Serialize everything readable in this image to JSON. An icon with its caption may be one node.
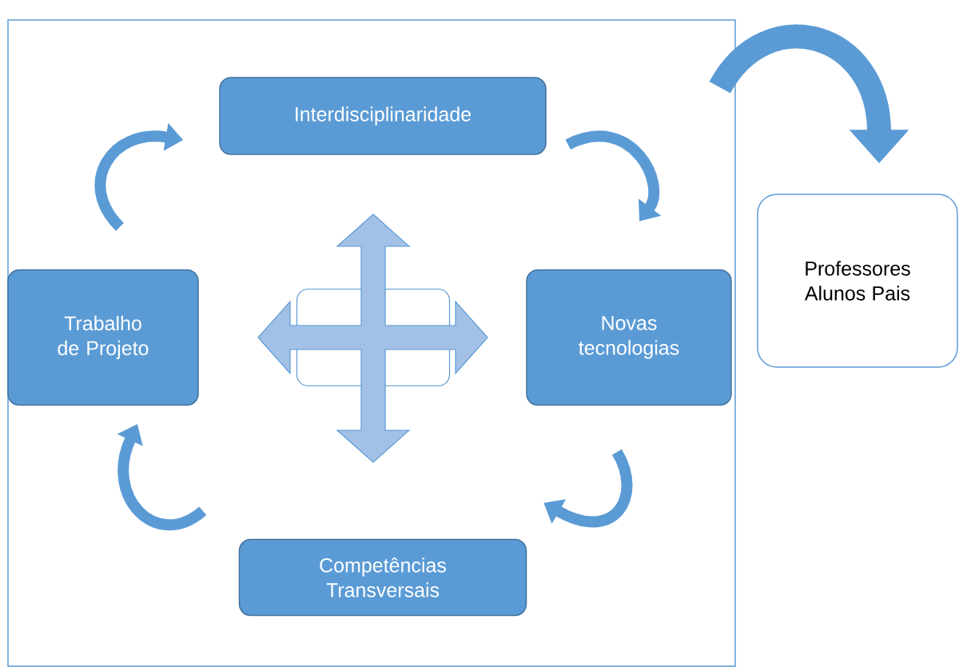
{
  "diagram": {
    "nodes": [
      {
        "text": [],
        "shape": "box"
      },
      {
        "text": [
          "Interdisciplinaridade"
        ],
        "in": 0
      },
      {
        "text": [
          "Trabalho de Projeto"
        ],
        "in": 0
      },
      {
        "text": [
          "Novas tecnologias"
        ],
        "in": 0
      },
      {
        "text": [
          "Competências Transversais"
        ],
        "in": 0
      },
      {
        "text": [],
        "shape": "box",
        "in": 0
      },
      {
        "text": [
          "Professores Alunos Pais"
        ]
      }
    ],
    "edges": [
      {
        "from": 2,
        "to": 1,
        "arrow": "to"
      },
      {
        "from": 1,
        "to": 3,
        "arrow": "to"
      },
      {
        "from": 3,
        "to": 4,
        "arrow": "to"
      },
      {
        "from": 4,
        "to": 2,
        "arrow": "to"
      },
      {
        "from": 0,
        "to": 6,
        "arrow": "to",
        "style": "thick"
      }
    ]
  }
}
